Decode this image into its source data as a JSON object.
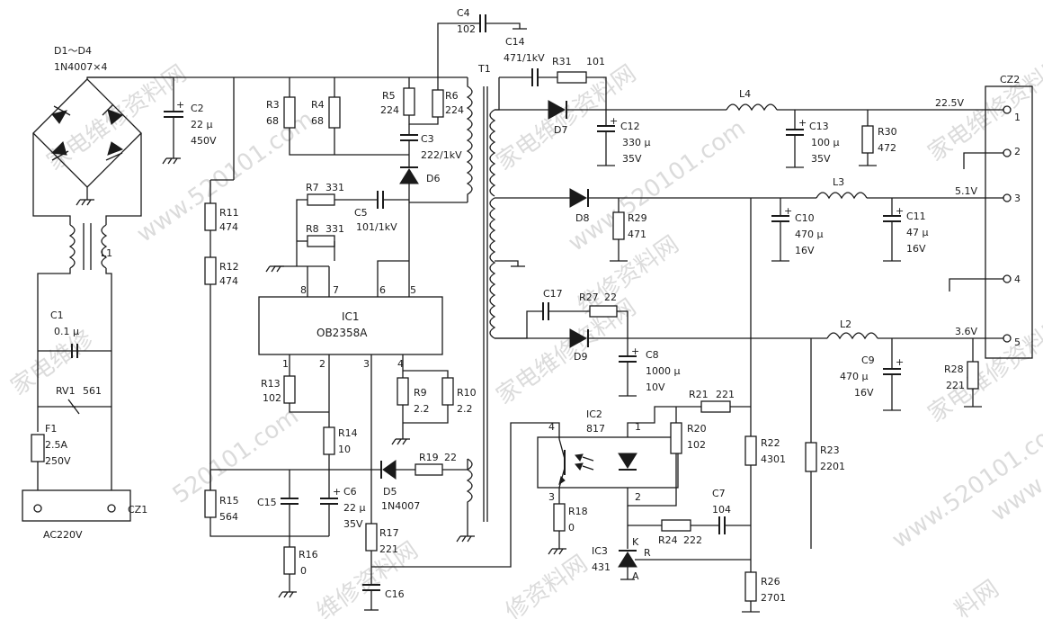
{
  "components": {
    "d1_d4": {
      "ref": "D1～D4",
      "value": "1N4007×4"
    },
    "c2": {
      "ref": "C2",
      "value": "22 μ",
      "rating": "450V"
    },
    "l1": {
      "ref": "L1"
    },
    "c1": {
      "ref": "C1",
      "value": "0.1 μ"
    },
    "rv1": {
      "ref": "RV1",
      "value": "561"
    },
    "f1": {
      "ref": "F1",
      "value": "2.5A",
      "rating": "250V"
    },
    "cz1": {
      "ref": "CZ1",
      "label": "AC220V"
    },
    "r3": {
      "ref": "R3",
      "value": "68"
    },
    "r4": {
      "ref": "R4",
      "value": "68"
    },
    "r5": {
      "ref": "R5",
      "value": "224"
    },
    "r6": {
      "ref": "R6",
      "value": "224"
    },
    "c3": {
      "ref": "C3",
      "value": "222/1kV"
    },
    "d6": {
      "ref": "D6"
    },
    "c4": {
      "ref": "C4",
      "value": "102"
    },
    "c14": {
      "ref": "C14",
      "value": "471/1kV"
    },
    "r31": {
      "ref": "R31",
      "value": "101"
    },
    "t1": {
      "ref": "T1"
    },
    "r7": {
      "ref": "R7",
      "value": "331"
    },
    "r8": {
      "ref": "R8",
      "value": "331"
    },
    "c5": {
      "ref": "C5",
      "value": "101/1kV"
    },
    "r11": {
      "ref": "R11",
      "value": "474"
    },
    "r12": {
      "ref": "R12",
      "value": "474"
    },
    "ic1": {
      "ref": "IC1",
      "part": "OB2358A",
      "pins": [
        "8",
        "7",
        "6",
        "5",
        "1",
        "2",
        "3",
        "4"
      ]
    },
    "r13": {
      "ref": "R13",
      "value": "102"
    },
    "r14": {
      "ref": "R14",
      "value": "10"
    },
    "r9": {
      "ref": "R9",
      "value": "2.2"
    },
    "r10": {
      "ref": "R10",
      "value": "2.2"
    },
    "r15": {
      "ref": "R15",
      "value": "564"
    },
    "c15": {
      "ref": "C15"
    },
    "c6": {
      "ref": "C6",
      "value": "22 μ",
      "rating": "35V"
    },
    "d5": {
      "ref": "D5",
      "value": "1N4007"
    },
    "r19": {
      "ref": "R19",
      "value": "22"
    },
    "r16": {
      "ref": "R16",
      "value": "0"
    },
    "r17": {
      "ref": "R17",
      "value": "221"
    },
    "c16": {
      "ref": "C16"
    },
    "d7": {
      "ref": "D7"
    },
    "c12": {
      "ref": "C12",
      "value": "330 μ",
      "rating": "35V"
    },
    "l4": {
      "ref": "L4"
    },
    "c13": {
      "ref": "C13",
      "value": "100 μ",
      "rating": "35V"
    },
    "r30": {
      "ref": "R30",
      "value": "472"
    },
    "d8": {
      "ref": "D8"
    },
    "r29": {
      "ref": "R29",
      "value": "471"
    },
    "c10": {
      "ref": "C10",
      "value": "470 μ",
      "rating": "16V"
    },
    "l3": {
      "ref": "L3"
    },
    "c11": {
      "ref": "C11",
      "value": "47 μ",
      "rating": "16V"
    },
    "c17": {
      "ref": "C17"
    },
    "r27": {
      "ref": "R27",
      "value": "22"
    },
    "d9": {
      "ref": "D9"
    },
    "c8": {
      "ref": "C8",
      "value": "1000 μ",
      "rating": "10V"
    },
    "l2": {
      "ref": "L2"
    },
    "c9": {
      "ref": "C9",
      "value": "470 μ",
      "rating": "16V"
    },
    "r28": {
      "ref": "R28",
      "value": "221"
    },
    "ic2": {
      "ref": "IC2",
      "part": "817",
      "pins": [
        "4",
        "1",
        "3",
        "2"
      ]
    },
    "r21": {
      "ref": "R21",
      "value": "221"
    },
    "r20": {
      "ref": "R20",
      "value": "102"
    },
    "r22": {
      "ref": "R22",
      "value": "4301"
    },
    "r23": {
      "ref": "R23",
      "value": "2201"
    },
    "r18": {
      "ref": "R18",
      "value": "0"
    },
    "c7": {
      "ref": "C7",
      "value": "104"
    },
    "r24": {
      "ref": "R24",
      "value": "222"
    },
    "ic3": {
      "ref": "IC3",
      "part": "431",
      "pin_k": "K",
      "pin_r": "R",
      "pin_a": "A"
    },
    "r26": {
      "ref": "R26",
      "value": "2701"
    }
  },
  "connector_cz2": {
    "ref": "CZ2",
    "pins": [
      {
        "num": "1",
        "voltage": "22.5V"
      },
      {
        "num": "2",
        "voltage": ""
      },
      {
        "num": "3",
        "voltage": "5.1V"
      },
      {
        "num": "4",
        "voltage": ""
      },
      {
        "num": "5",
        "voltage": "3.6V"
      }
    ]
  },
  "watermarks": [
    "www.520101.com",
    "家电维修资料网",
    "家电维修资料网",
    "www.520101.com",
    "家电维修资料网",
    "520101.com",
    "家电维修资料网",
    "www.520101.com",
    "修资料网",
    "家电维修",
    "家电维修资料网",
    "维修资料网",
    "www.",
    "料网",
    "维修资料网"
  ]
}
